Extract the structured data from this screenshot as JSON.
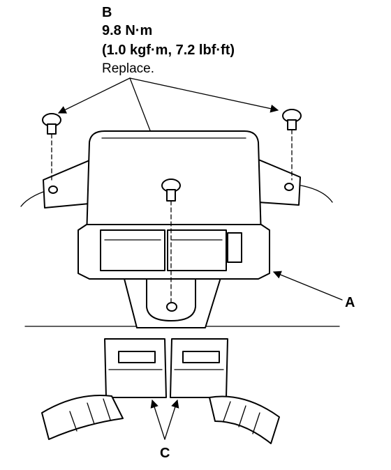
{
  "callouts": {
    "b": {
      "letter": "B",
      "torque_nm": "9.8 N·m",
      "torque_alt": "(1.0 kgf·m, 7.2 lbf·ft)",
      "note": "Replace."
    },
    "a": {
      "letter": "A"
    },
    "c": {
      "letter": "C"
    }
  },
  "colors": {
    "ink": "#000000",
    "paper": "#ffffff"
  },
  "icons": [
    "bolt-icon",
    "arrow-icon"
  ]
}
